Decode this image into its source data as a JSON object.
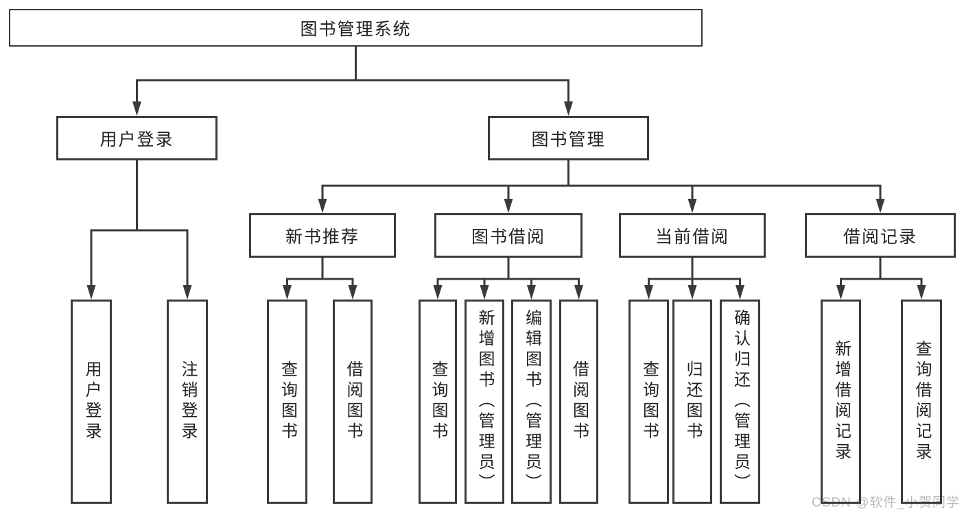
{
  "nodes": {
    "root": {
      "label": "图书管理系统"
    },
    "user_login": {
      "label": "用户登录",
      "children": [
        {
          "label": "用户登录"
        },
        {
          "label": "注销登录"
        }
      ]
    },
    "book_mgmt": {
      "label": "图书管理",
      "children": [
        {
          "label": "新书推荐",
          "children": [
            {
              "label": "查询图书"
            },
            {
              "label": "借阅图书"
            }
          ]
        },
        {
          "label": "图书借阅",
          "children": [
            {
              "label": "查询图书"
            },
            {
              "label": "新增图书（管理员）"
            },
            {
              "label": "编辑图书（管理员）"
            },
            {
              "label": "借阅图书"
            }
          ]
        },
        {
          "label": "当前借阅",
          "children": [
            {
              "label": "查询图书"
            },
            {
              "label": "归还图书"
            },
            {
              "label": "确认归还（管理员）"
            }
          ]
        },
        {
          "label": "借阅记录",
          "children": [
            {
              "label": "新增借阅记录"
            },
            {
              "label": "查询借阅记录"
            }
          ]
        }
      ]
    },
    "watermark": "CSDN @软件_小贺同学",
    "colors": {
      "line": "#3a3a3a",
      "text": "#222222",
      "watermark": "#b6b9be",
      "background": "#ffffff"
    }
  }
}
